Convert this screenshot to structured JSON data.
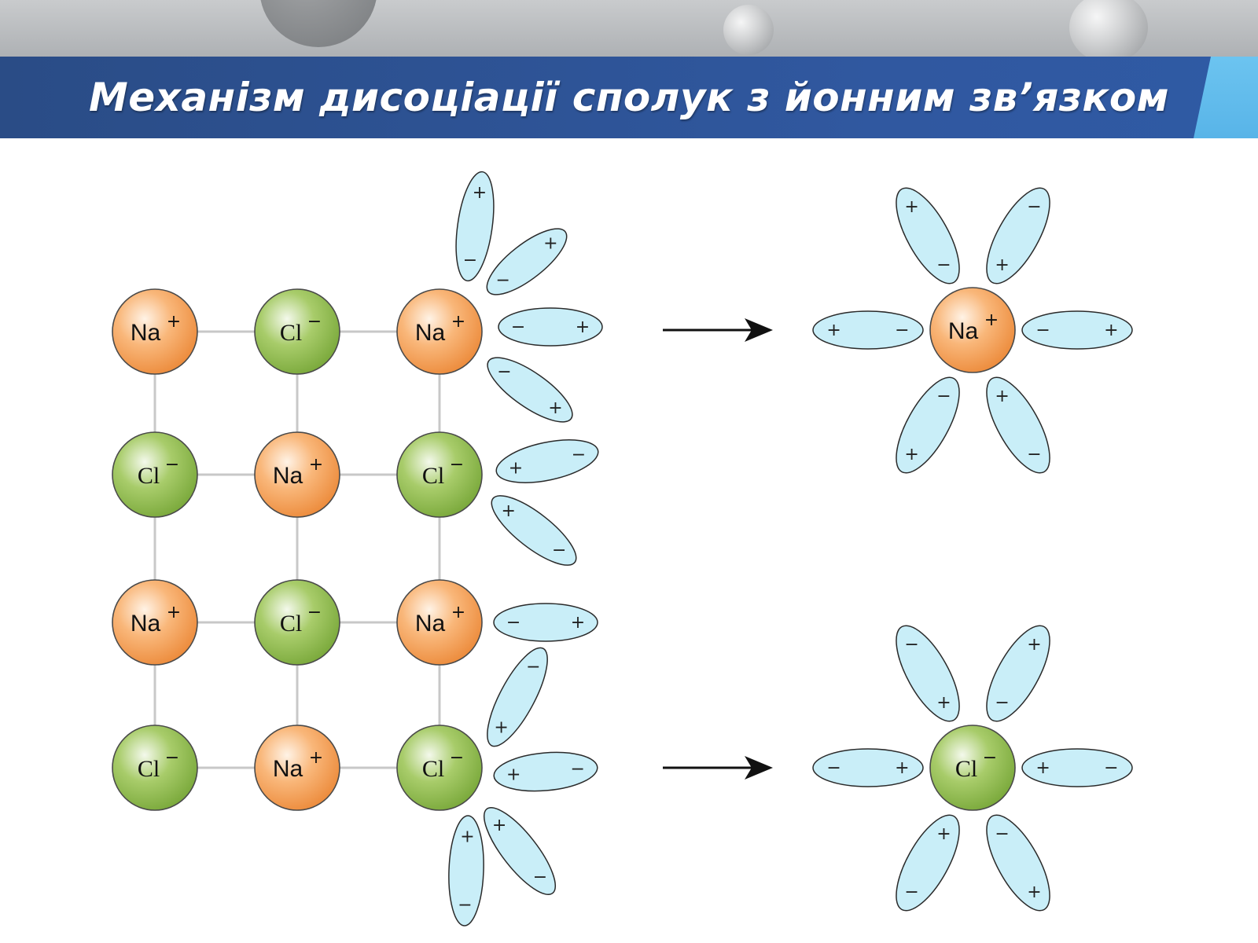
{
  "title": "Механізм дисоціації сполук з йонним зв’язком",
  "ions": {
    "na": "Na",
    "na_charge": "+",
    "cl": "Cl",
    "cl_charge": "−"
  },
  "dipole_signs": {
    "positive": "+",
    "negative": "−"
  },
  "lattice": [
    [
      "na",
      "cl",
      "na"
    ],
    [
      "cl",
      "na",
      "cl"
    ],
    [
      "na",
      "cl",
      "na"
    ],
    [
      "cl",
      "na",
      "cl"
    ]
  ],
  "colors": {
    "na_ion": "#f29a4e",
    "cl_ion": "#8db84a",
    "water_dipole": "#c9eef8",
    "title_band": "#2f559b",
    "title_accent": "#5ab8ea"
  }
}
